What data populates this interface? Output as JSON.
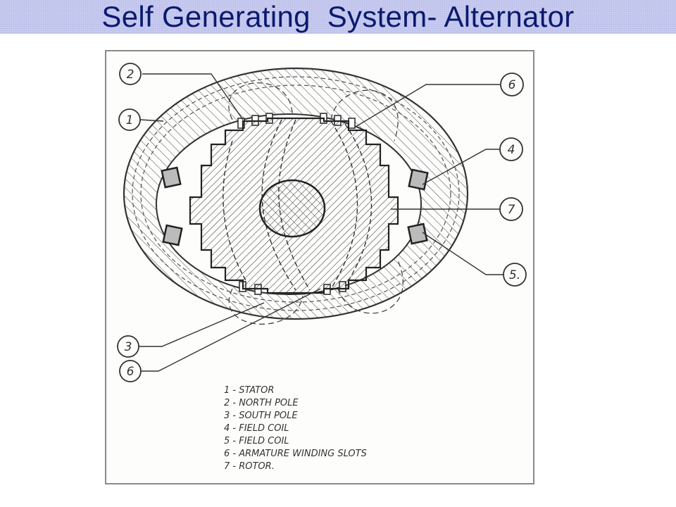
{
  "slide": {
    "title": "Self Generating  System- Alternator"
  },
  "diagram": {
    "callouts": [
      {
        "number": "1"
      },
      {
        "number": "2"
      },
      {
        "number": "3"
      },
      {
        "number": "6"
      },
      {
        "number": "6"
      },
      {
        "number": "4"
      },
      {
        "number": "7"
      },
      {
        "number": "5."
      }
    ],
    "legend": [
      {
        "text": "1 - STATOR"
      },
      {
        "text": "2 - NORTH  POLE"
      },
      {
        "text": "3 - SOUTH  POLE"
      },
      {
        "text": "4 - FIELD  COIL"
      },
      {
        "text": "5 - FIELD  COIL"
      },
      {
        "text": "6 - ARMATURE  WINDING  SLOTS"
      },
      {
        "text": "7 -  ROTOR."
      }
    ]
  }
}
